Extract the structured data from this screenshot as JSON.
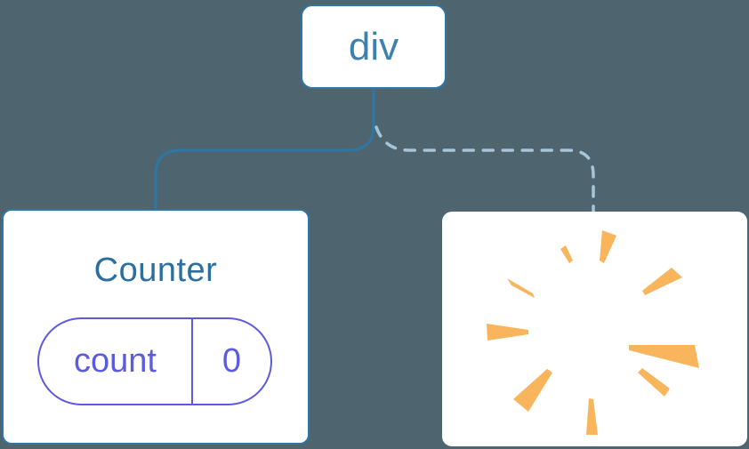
{
  "diagram": {
    "root": {
      "label": "div"
    },
    "counter_card": {
      "title": "Counter",
      "state": {
        "name": "count",
        "value": "0"
      }
    },
    "removed_card": {
      "icon": "poof-icon"
    },
    "edges": [
      {
        "from": "div",
        "to": "Counter",
        "style": "solid"
      },
      {
        "from": "div",
        "to": "removed",
        "style": "dashed"
      }
    ]
  },
  "colors": {
    "background": "#4E6570",
    "card_background": "#FFFFFF",
    "tree_accent": "#2E76A4",
    "root_label_text": "#3E81AC",
    "component_title_text": "#2C6F9E",
    "state_pill_accent": "#5C5BDE",
    "dashed_edge": "#A6C5DA",
    "poof_orange": "#F8B55C"
  }
}
